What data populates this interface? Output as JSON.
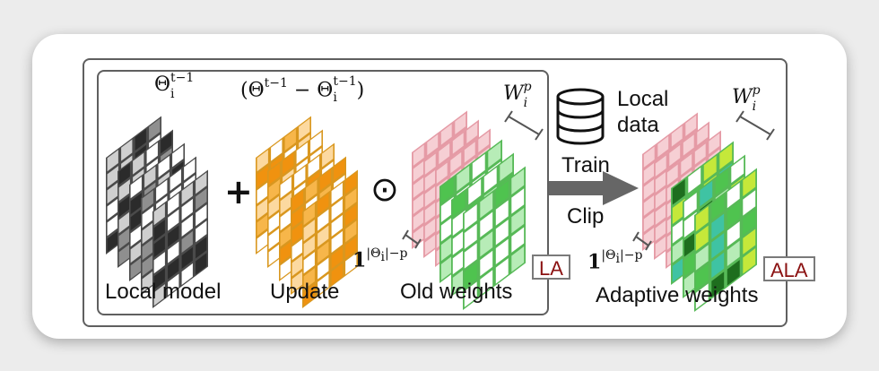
{
  "labels": {
    "local_model": "Local model",
    "update": "Update",
    "old_weights": "Old weights",
    "adaptive_weights": "Adaptive weights",
    "local_data_line1": "Local",
    "local_data_line2": "data",
    "train": "Train",
    "clip": "Clip",
    "la_tag": "LA",
    "ala_tag": "ALA",
    "plus_sign": "+",
    "odot_sign": "⊙"
  },
  "math": {
    "theta_base": "Θ",
    "theta_sup": "t−1",
    "theta_sub": "i",
    "update_open": "(Θ",
    "update_sup1": "t−1",
    "update_mid": " − Θ",
    "update_sup2": "t−1",
    "update_sub2": "i",
    "update_close": ")",
    "w_base": "W",
    "w_sup": "p",
    "w_sub": "i",
    "ones_base": "1",
    "ones_sup": "|Θ",
    "ones_sup_sub": "i",
    "ones_sup_tail": "|−p"
  },
  "colors": {
    "tag_text": "#8b1212",
    "arrow": "#666666",
    "gray_dark": "#2b2b2b",
    "gray_mid": "#8f8f8f",
    "gray_light": "#cfcfcf",
    "orange_dark": "#f0920f",
    "orange_mid": "#f7b64a",
    "orange_light": "#fcd9a0",
    "pink_border": "#e59aa5",
    "pink_fill": "#f6cfd4",
    "green_border": "#57b957",
    "green_dark": "#1e6e1e",
    "green_mid": "#4fc34f",
    "green_light": "#b7ecb7",
    "teal": "#3fc3a3",
    "lime": "#c5e83a"
  }
}
